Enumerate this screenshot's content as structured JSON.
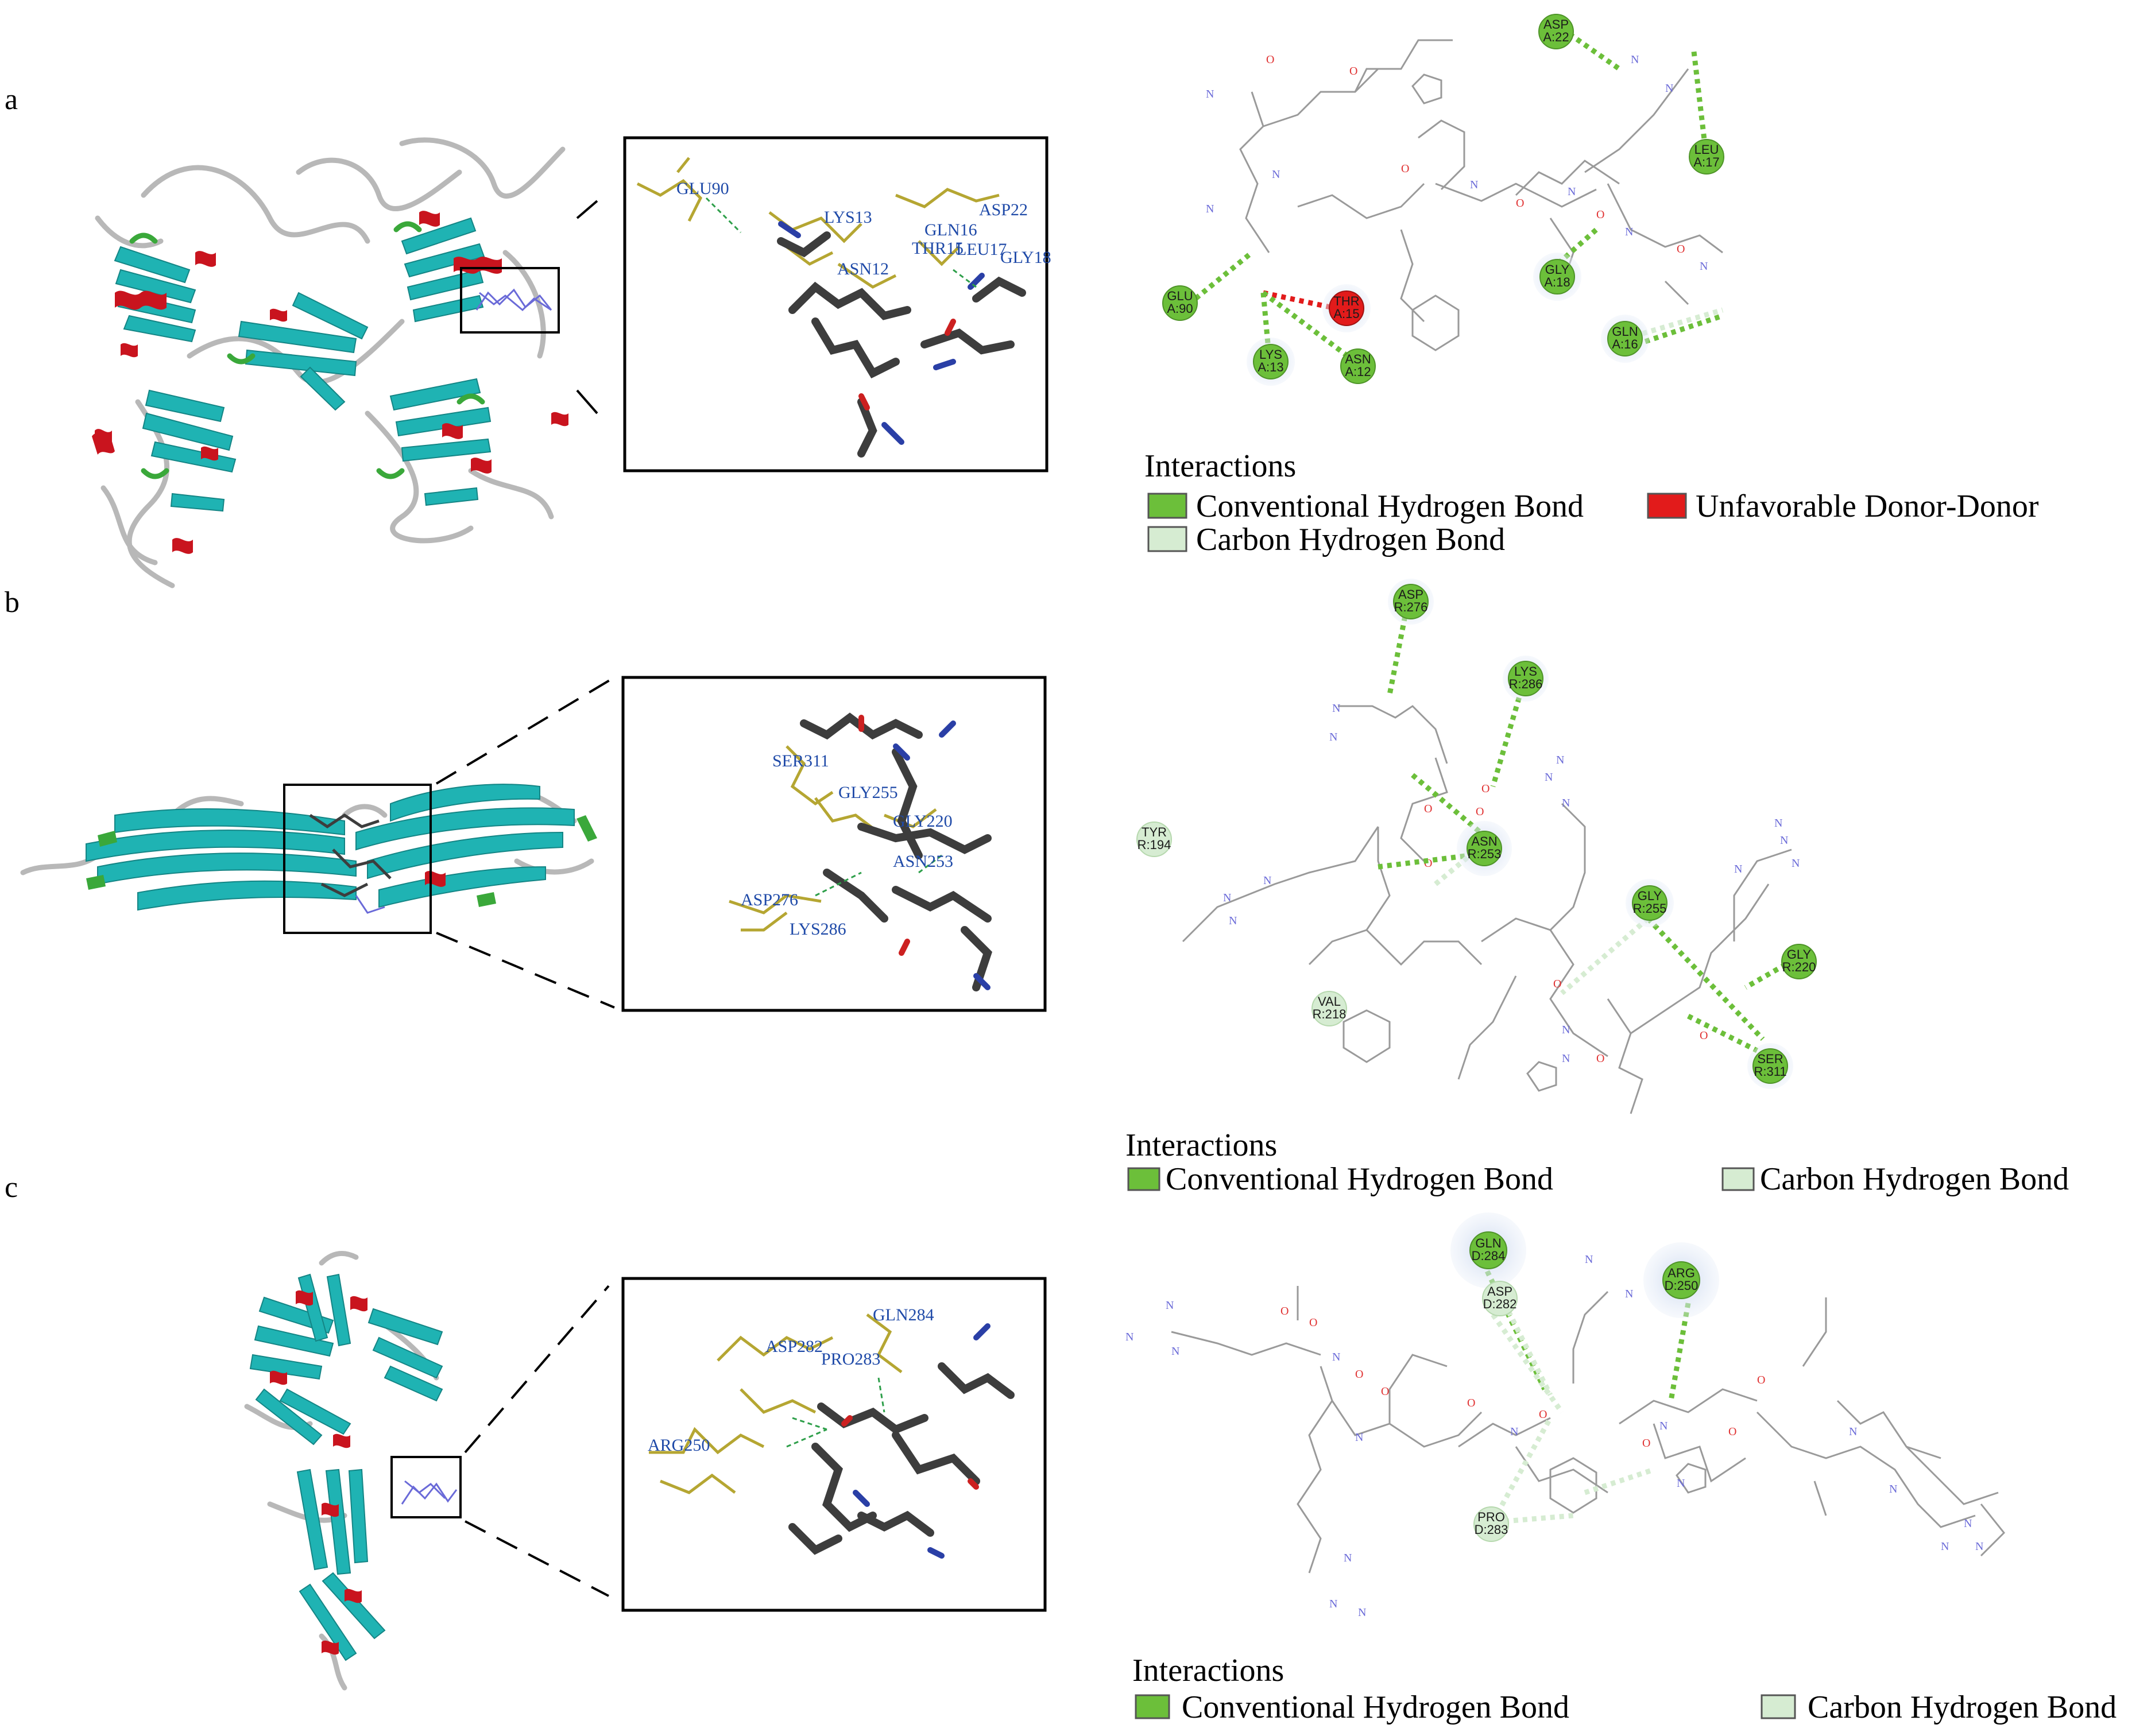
{
  "colors": {
    "conventional_hbond": "#6cbf3a",
    "carbon_hbond": "#d6ecd2",
    "unfavorable_donor_donor": "#e21b1b",
    "helix": "#c9141e",
    "sheet": "#1fb3b3",
    "turn": "#3aa83a",
    "coil": "#b8b8b8",
    "residue_stick": "#b5a632",
    "residue_label": "#1f4aa8",
    "ligand_carbon": "#3d3d3d",
    "ligand_nitrogen": "#2a3fa6",
    "ligand_oxygen": "#cc2020",
    "bond_line": "#9a9a9a",
    "nitrogen_text": "#6a6ad8",
    "oxygen_text": "#e03030"
  },
  "panels": [
    {
      "label": "a",
      "zoom_residue_labels": [
        "GLU90",
        "LYS13",
        "GLN16",
        "ASP22",
        "THR15",
        "LEU17",
        "GLY18",
        "ASN12"
      ],
      "interaction_nodes": [
        {
          "name": "ASP",
          "chain": "A:22",
          "type": "conventional"
        },
        {
          "name": "LEU",
          "chain": "A:17",
          "type": "conventional"
        },
        {
          "name": "GLU",
          "chain": "A:90",
          "type": "conventional"
        },
        {
          "name": "THR",
          "chain": "A:15",
          "type": "unfavorable"
        },
        {
          "name": "LYS",
          "chain": "A:13",
          "type": "conventional"
        },
        {
          "name": "ASN",
          "chain": "A:12",
          "type": "conventional"
        },
        {
          "name": "GLY",
          "chain": "A:18",
          "type": "conventional"
        },
        {
          "name": "GLN",
          "chain": "A:16",
          "type": "conventional"
        }
      ],
      "legend": {
        "title": "Interactions",
        "items": [
          "Conventional Hydrogen Bond",
          "Unfavorable Donor-Donor",
          "Carbon Hydrogen Bond"
        ]
      }
    },
    {
      "label": "b",
      "zoom_residue_labels": [
        "SER311",
        "GLY255",
        "GLY220",
        "ASN253",
        "ASP276",
        "LYS286"
      ],
      "interaction_nodes": [
        {
          "name": "ASP",
          "chain": "R:276",
          "type": "conventional"
        },
        {
          "name": "LYS",
          "chain": "R:286",
          "type": "conventional"
        },
        {
          "name": "TYR",
          "chain": "R:194",
          "type": "vdw"
        },
        {
          "name": "ASN",
          "chain": "R:253",
          "type": "conventional"
        },
        {
          "name": "GLY",
          "chain": "R:255",
          "type": "conventional"
        },
        {
          "name": "GLY",
          "chain": "R:220",
          "type": "conventional"
        },
        {
          "name": "VAL",
          "chain": "R:218",
          "type": "vdw"
        },
        {
          "name": "SER",
          "chain": "R:311",
          "type": "conventional"
        }
      ],
      "legend": {
        "title": "Interactions",
        "items": [
          "Conventional Hydrogen Bond",
          "Carbon Hydrogen Bond"
        ]
      }
    },
    {
      "label": "c",
      "zoom_residue_labels": [
        "GLN284",
        "ASP282",
        "PRO283",
        "ARG250"
      ],
      "interaction_nodes": [
        {
          "name": "GLN",
          "chain": "D:284",
          "type": "conventional"
        },
        {
          "name": "ASP",
          "chain": "D:282",
          "type": "carbon"
        },
        {
          "name": "ARG",
          "chain": "D:250",
          "type": "conventional"
        },
        {
          "name": "PRO",
          "chain": "D:283",
          "type": "carbon"
        }
      ],
      "legend": {
        "title": "Interactions",
        "items": [
          "Conventional Hydrogen Bond",
          "Carbon Hydrogen Bond"
        ]
      }
    }
  ]
}
